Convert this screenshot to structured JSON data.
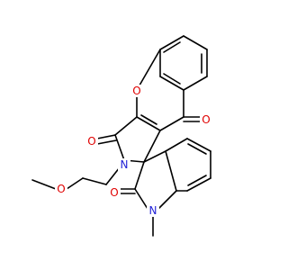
{
  "molecule": {
    "atoms": {
      "o_ring": "O",
      "o_ketone": "O",
      "o_lactam_top": "O",
      "o_lactam_bottom": "O",
      "o_ether": "O",
      "n_pyrrolidine": "N",
      "n_indoline": "N"
    },
    "colors": {
      "oxygen": "#e00000",
      "nitrogen": "#1f1fd6",
      "bond": "#000000"
    }
  }
}
